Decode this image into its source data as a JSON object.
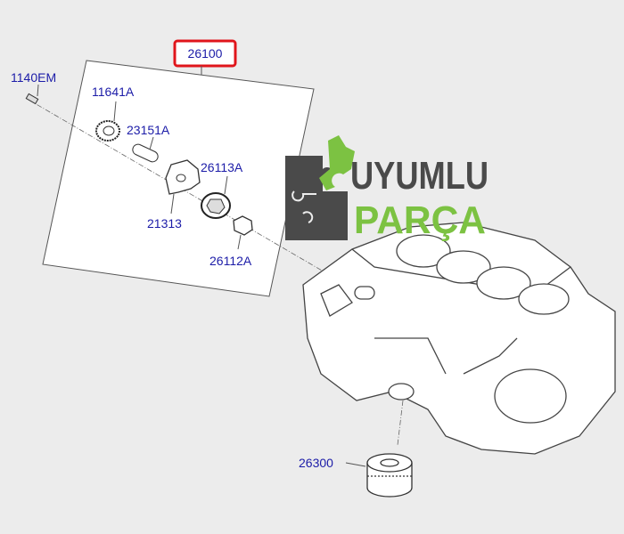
{
  "diagram": {
    "assembly_label": "26100",
    "assembly_highlight_color": "#e0151b",
    "label_color": "#1c1ca8",
    "parts": [
      {
        "id": "1140EM"
      },
      {
        "id": "11641A"
      },
      {
        "id": "23151A"
      },
      {
        "id": "26113A"
      },
      {
        "id": "21313"
      },
      {
        "id": "26112A"
      },
      {
        "id": "26300"
      }
    ]
  },
  "logo": {
    "line1": "UYUMLU",
    "line2": "PARÇA",
    "dark_color": "#4a4a4a",
    "green_color": "#7cc242"
  }
}
